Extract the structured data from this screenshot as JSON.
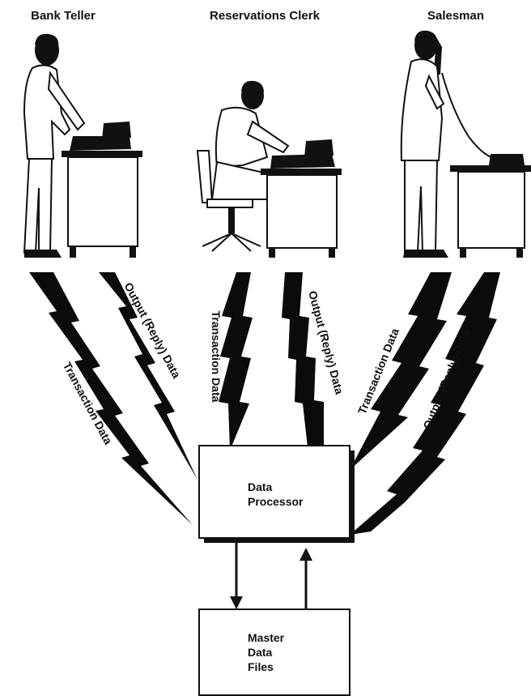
{
  "roles": {
    "bank_teller": "Bank Teller",
    "reservations_clerk": "Reservations Clerk",
    "salesman": "Salesman"
  },
  "links": {
    "transaction": "Transaction Data",
    "output_reply": "Output (Reply) Data"
  },
  "processor": {
    "line1": "Data",
    "line2": "Processor"
  },
  "master_files": {
    "line1": "Master",
    "line2": "Data",
    "line3": "Files"
  }
}
